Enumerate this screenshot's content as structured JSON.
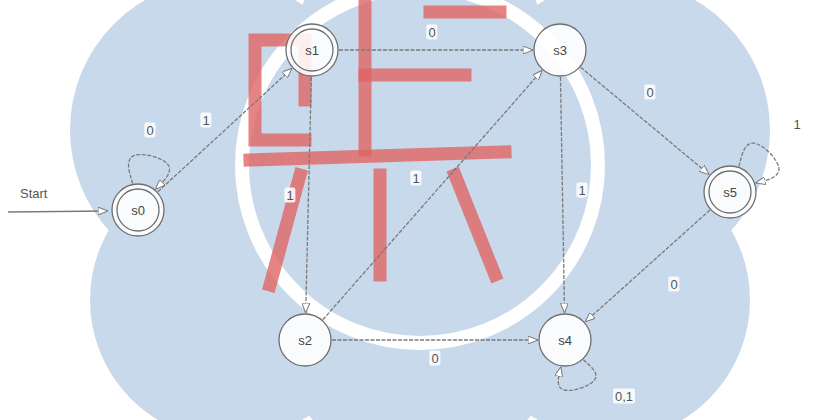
{
  "diagram": {
    "nodes": [
      {
        "text": [
          "s0"
        ]
      },
      {
        "text": [
          "s1"
        ]
      },
      {
        "text": [
          "s2"
        ]
      },
      {
        "text": [
          "s3"
        ]
      },
      {
        "text": [
          "s4"
        ]
      },
      {
        "text": [
          "s5"
        ]
      }
    ],
    "edges": [
      {
        "from": 0,
        "to": 0,
        "label": "0",
        "arrow": "to"
      },
      {
        "from": 0,
        "to": 1,
        "label": "1",
        "arrow": "to"
      },
      {
        "from": 1,
        "to": 3,
        "label": "0",
        "arrow": "to"
      },
      {
        "from": 1,
        "to": 2,
        "label": "1",
        "arrow": "to"
      },
      {
        "from": 2,
        "to": 3,
        "label": "1",
        "arrow": "to"
      },
      {
        "from": 2,
        "to": 4,
        "label": "0",
        "arrow": "to"
      },
      {
        "from": 3,
        "to": 4,
        "label": "1",
        "arrow": "to"
      },
      {
        "from": 3,
        "to": 5,
        "label": "0",
        "arrow": "to"
      },
      {
        "from": 5,
        "to": 5,
        "label": "1",
        "arrow": "to"
      },
      {
        "from": 5,
        "to": 4,
        "label": "0",
        "arrow": "to"
      },
      {
        "from": 4,
        "to": 4,
        "label": "0,1",
        "arrow": "to"
      }
    ],
    "labels": [
      "Start"
    ]
  }
}
